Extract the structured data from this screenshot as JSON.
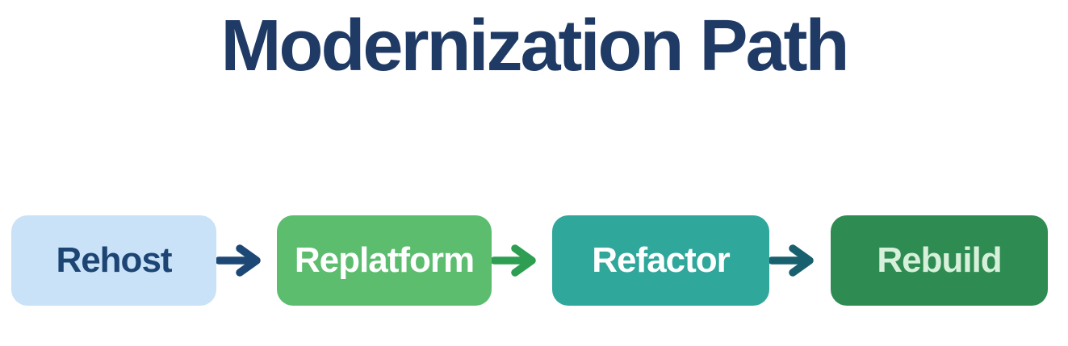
{
  "page": {
    "title": "Modernization Path",
    "title_color": "#1f3a64",
    "background": "#ffffff"
  },
  "flow": {
    "steps": [
      {
        "label": "Rehost",
        "fill": "#c9e2f7",
        "text_color": "#1d4573"
      },
      {
        "label": "Replatform",
        "fill": "#5cbd6e",
        "text_color": "#ffffff"
      },
      {
        "label": "Refactor",
        "fill": "#2fa79b",
        "text_color": "#ffffff"
      },
      {
        "label": "Rebuild",
        "fill": "#2e8b51",
        "text_color": "#d7f0da"
      }
    ],
    "arrows": [
      {
        "icon": "arrow-right-icon",
        "color": "#1d4876"
      },
      {
        "icon": "arrow-right-icon",
        "color": "#2e9e53"
      },
      {
        "icon": "arrow-right-icon",
        "color": "#19606e"
      }
    ]
  }
}
